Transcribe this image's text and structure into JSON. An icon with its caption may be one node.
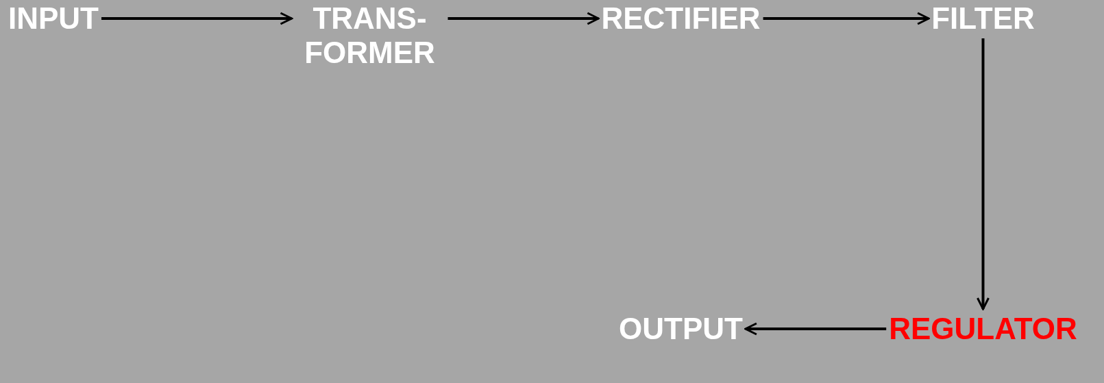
{
  "diagram": {
    "nodes": [
      {
        "text": [
          "INPUT"
        ]
      },
      {
        "text": [
          "TRANS- FORMER"
        ]
      },
      {
        "text": [
          "RECTIFIER"
        ]
      },
      {
        "text": [
          "FILTER"
        ]
      },
      {
        "text": [
          "REGULATOR"
        ]
      },
      {
        "text": [
          "OUTPUT"
        ]
      }
    ],
    "edges": [
      {
        "from": 0,
        "to": 1,
        "arrow": "to"
      },
      {
        "from": 1,
        "to": 2,
        "arrow": "to"
      },
      {
        "from": 2,
        "to": 3,
        "arrow": "to"
      },
      {
        "from": 3,
        "to": 4,
        "arrow": "to"
      },
      {
        "from": 4,
        "to": 5,
        "arrow": "to"
      }
    ]
  }
}
